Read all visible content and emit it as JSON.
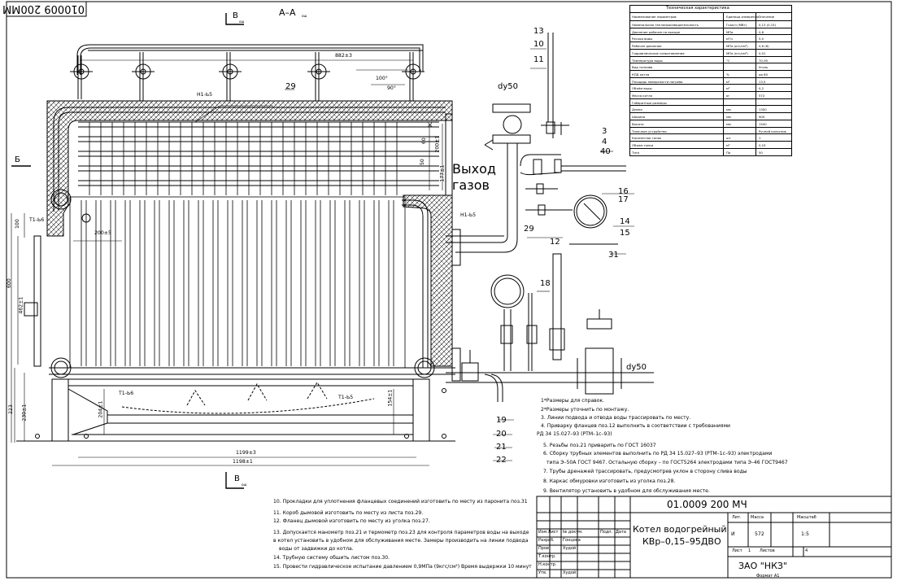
{
  "drawing": {
    "code_top_mirrored": "010009 200MM",
    "section_label": "А–А",
    "section_sub": "ош",
    "view_b_label": "Б",
    "view_v_label": "В",
    "view_v_sub": "ош",
    "exit_label_1": "Выход",
    "exit_label_2": "газов",
    "dy_top": "dy50",
    "dy_right": "dy50"
  },
  "dimensions": {
    "d882": "882±3",
    "d100a": "100°",
    "d90": "90°",
    "d60a": "60",
    "d90b": "90",
    "d50": "50",
    "d177": "177±1",
    "d200": "200±5",
    "d100v": "100",
    "d600": "600",
    "d462": "462±1",
    "d223": "223",
    "d230": "230±1",
    "d1199": "1199±3",
    "d1198": "1198±1",
    "d204": "204±1",
    "d154": "154±1",
    "d200h": "200±1",
    "weld1": "Н1-Ь5",
    "weld2": "Т1-Ь6",
    "weld3": "Н1-Ь5",
    "weld4": "Т1-Ь6",
    "weld5": "Т1-Ь5"
  },
  "callouts": [
    "13",
    "10",
    "11",
    "29",
    "3",
    "4",
    "40",
    "16",
    "17",
    "14",
    "15",
    "12",
    "31",
    "29",
    "18",
    "19",
    "20",
    "21",
    "22"
  ],
  "tech_table": {
    "title": "Техническая характеристика",
    "header": [
      "Наименование параметров",
      "Единица измерения",
      "Значение"
    ],
    "rows": [
      [
        "Номинальная теплопроизводительность",
        "Гкал/ч (МВт)",
        "0,13 (0,15)"
      ],
      [
        "Давление рабочее на выходе",
        "МПа",
        "0,6"
      ],
      [
        "Расход воды",
        "м³/ч",
        "5,0"
      ],
      [
        "Рабочее давление",
        "МПа (кгс/см²)",
        "0,6 (6)"
      ],
      [
        "Гидравлическое сопротивление",
        "МПа (кгс/см²)",
        "0,01"
      ],
      [
        "Температура воды",
        "°С",
        "70-95"
      ],
      [
        "Вид топлива",
        "",
        "Уголь"
      ],
      [
        "КПД котла",
        "%",
        "до 80"
      ],
      [
        "Площадь поверхности нагрева",
        "м²",
        "13,5"
      ],
      [
        "Объём воды",
        "м³",
        "0,2"
      ],
      [
        "Масса котла",
        "кг",
        "572"
      ],
      [
        "Габаритные размеры",
        "",
        ""
      ],
      [
        "Длина",
        "мм",
        "1300"
      ],
      [
        "Ширина",
        "мм",
        "900"
      ],
      [
        "Высота",
        "мм",
        "1500"
      ],
      [
        "Топочное устройство",
        "",
        "Ручной колосник"
      ],
      [
        "Количество топок",
        "шт",
        "1"
      ],
      [
        "Объем топки",
        "м³",
        "0,15"
      ],
      [
        "Тяга",
        "Па",
        "50"
      ]
    ]
  },
  "notes_right": [
    "1*Размеры для справок.",
    "2*Размеры уточнить по монтажу.",
    "3. Линии подвода и отвода воды трассировать по месту.",
    "4. Приварку фланцев поз.12 выполнить в соответствии с требованиями",
    "РД 34 15.027–93 (РТМ–1с–93)",
    "5. Резьбы поз.21 приварить по ГОСТ 16037",
    "6. Сборку трубных элементов выполнить по РД 34 15.027–93 (РТМ–1с–93) электродами",
    "типа Э–50А ГОСТ 9467. Остальную сборку – по ГОСТ5264 электродами типа Э–46 ГОСТ9467",
    "7. Трубы дренажей трассировать, предусмотрев уклон в сторону слива воды",
    "8. Каркас обмуровки изготовить из уголка поз.28.",
    "9. Вентилятор установить в удобном для обслуживания месте."
  ],
  "notes_left": [
    "10. Прокладки для уплотнения фланцевых соединений изготовить по месту из паронита поз.31",
    "11. Короб дымовой изготовить по месту из листа поз.29.",
    "12. Фланец дымовой изготовить по месту из уголка поз.27.",
    "13. Допускается манометр поз.21 и термометр поз.23 для контроля параметров воды на выходе",
    "в котел установить в удобном для обслуживания месте. Замеры производить на линии подвода",
    "воды от задвижки до котла.",
    "14. Трубную систему обшить листом поз.30.",
    "15. Провести гидравлическое испытание давлением 0,9МПа (9кгс/см²) Время выдержки 10 минут"
  ],
  "title_block": {
    "doc_code": "01.0009 200 МЧ",
    "name_1": "Котел водогрейный",
    "name_2": "КВр–0,15–95ДВО",
    "lit_h": "Лит.",
    "mass_h": "Масса",
    "scale_h": "Масштаб",
    "lit": "И",
    "mass": "572",
    "scale": "1:5",
    "sheet_h": "Лист",
    "sheet": "1",
    "sheets_h": "Листов",
    "sheets": "4",
    "company": "ЗАО \"НКЗ\"",
    "format": "Формат  А1",
    "roles": [
      "Изм.Лист",
      "Разраб.",
      "Пров.",
      "Т.контр.",
      "Н.контр.",
      "Утв."
    ],
    "cols": [
      "№ докум.",
      "Подп.",
      "Дата"
    ],
    "names": [
      "Гонцова",
      "Худой",
      "",
      "",
      "Худой"
    ]
  },
  "colors": {
    "line": "#000000",
    "paper": "#ffffff"
  }
}
